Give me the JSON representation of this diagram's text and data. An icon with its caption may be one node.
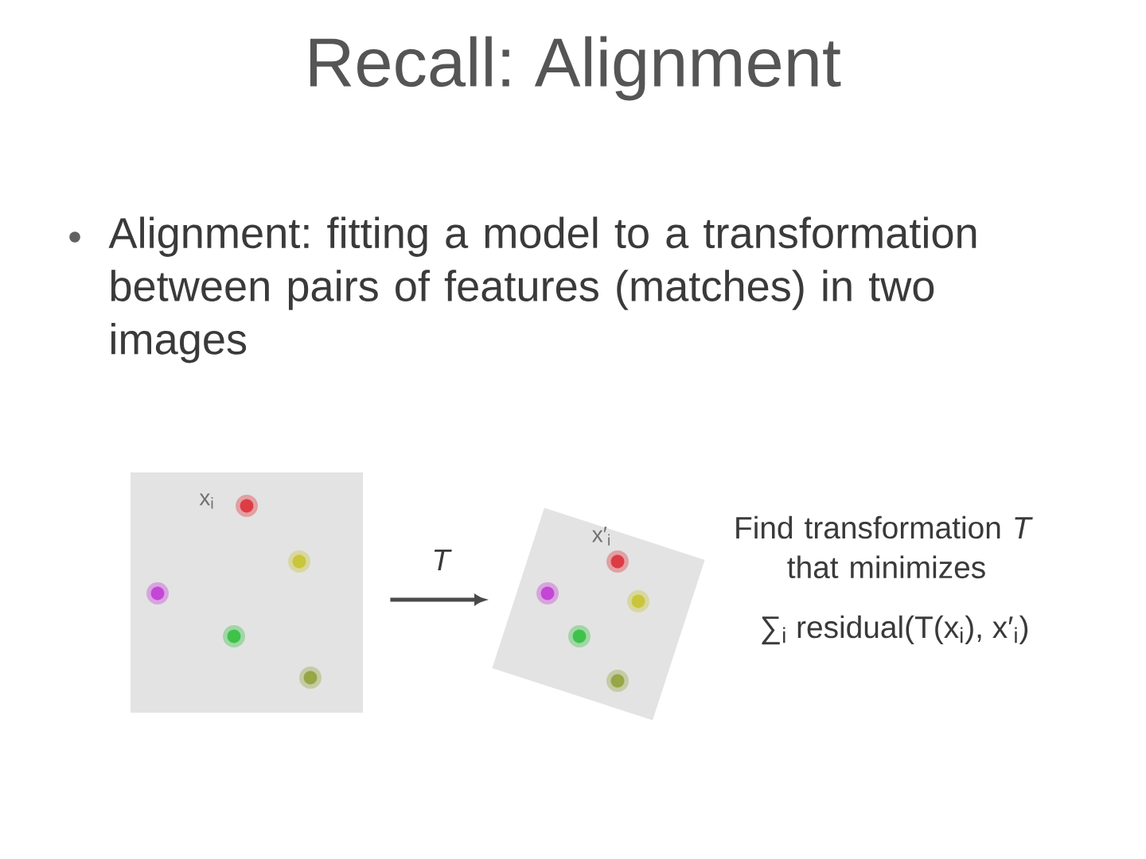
{
  "diagram": {
    "title": "Recall: Alignment",
    "nodes": [
      {
        "text": [],
        "shape": "picture"
      },
      {
        "text": [],
        "shape": "picture"
      }
    ],
    "edges": [
      {
        "from": 0,
        "to": 1,
        "arrow": "to",
        "label": "T"
      }
    ],
    "labels": [
      "Alignment: fitting a model to a transformation between pairs of features (matches) in two images",
      "x$_{i}$",
      "x′$_{i}$",
      "Find transformation *T* that minimizes",
      "∑$_{i}$ residual(T(x$_{i}$), x′$_{i}$)"
    ]
  }
}
